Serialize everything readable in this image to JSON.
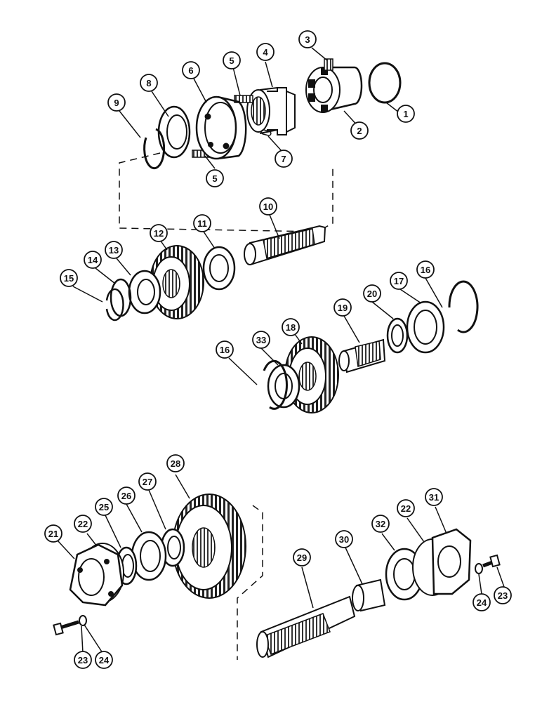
{
  "diagram": {
    "callouts": [
      {
        "id": "c1",
        "label": "1"
      },
      {
        "id": "c2",
        "label": "2"
      },
      {
        "id": "c3",
        "label": "3"
      },
      {
        "id": "c4",
        "label": "4"
      },
      {
        "id": "c5a",
        "label": "5"
      },
      {
        "id": "c5b",
        "label": "5"
      },
      {
        "id": "c6",
        "label": "6"
      },
      {
        "id": "c7",
        "label": "7"
      },
      {
        "id": "c8",
        "label": "8"
      },
      {
        "id": "c9",
        "label": "9"
      },
      {
        "id": "c10",
        "label": "10"
      },
      {
        "id": "c11",
        "label": "11"
      },
      {
        "id": "c12",
        "label": "12"
      },
      {
        "id": "c13",
        "label": "13"
      },
      {
        "id": "c14",
        "label": "14"
      },
      {
        "id": "c15",
        "label": "15"
      },
      {
        "id": "c16a",
        "label": "16"
      },
      {
        "id": "c16b",
        "label": "16"
      },
      {
        "id": "c17",
        "label": "17"
      },
      {
        "id": "c18",
        "label": "18"
      },
      {
        "id": "c19",
        "label": "19"
      },
      {
        "id": "c20",
        "label": "20"
      },
      {
        "id": "c21",
        "label": "21"
      },
      {
        "id": "c22a",
        "label": "22"
      },
      {
        "id": "c22b",
        "label": "22"
      },
      {
        "id": "c23a",
        "label": "23"
      },
      {
        "id": "c23b",
        "label": "23"
      },
      {
        "id": "c24a",
        "label": "24"
      },
      {
        "id": "c24b",
        "label": "24"
      },
      {
        "id": "c25",
        "label": "25"
      },
      {
        "id": "c26",
        "label": "26"
      },
      {
        "id": "c27",
        "label": "27"
      },
      {
        "id": "c28",
        "label": "28"
      },
      {
        "id": "c29",
        "label": "29"
      },
      {
        "id": "c30",
        "label": "30"
      },
      {
        "id": "c31",
        "label": "31"
      },
      {
        "id": "c32",
        "label": "32"
      },
      {
        "id": "c33",
        "label": "33"
      }
    ]
  }
}
